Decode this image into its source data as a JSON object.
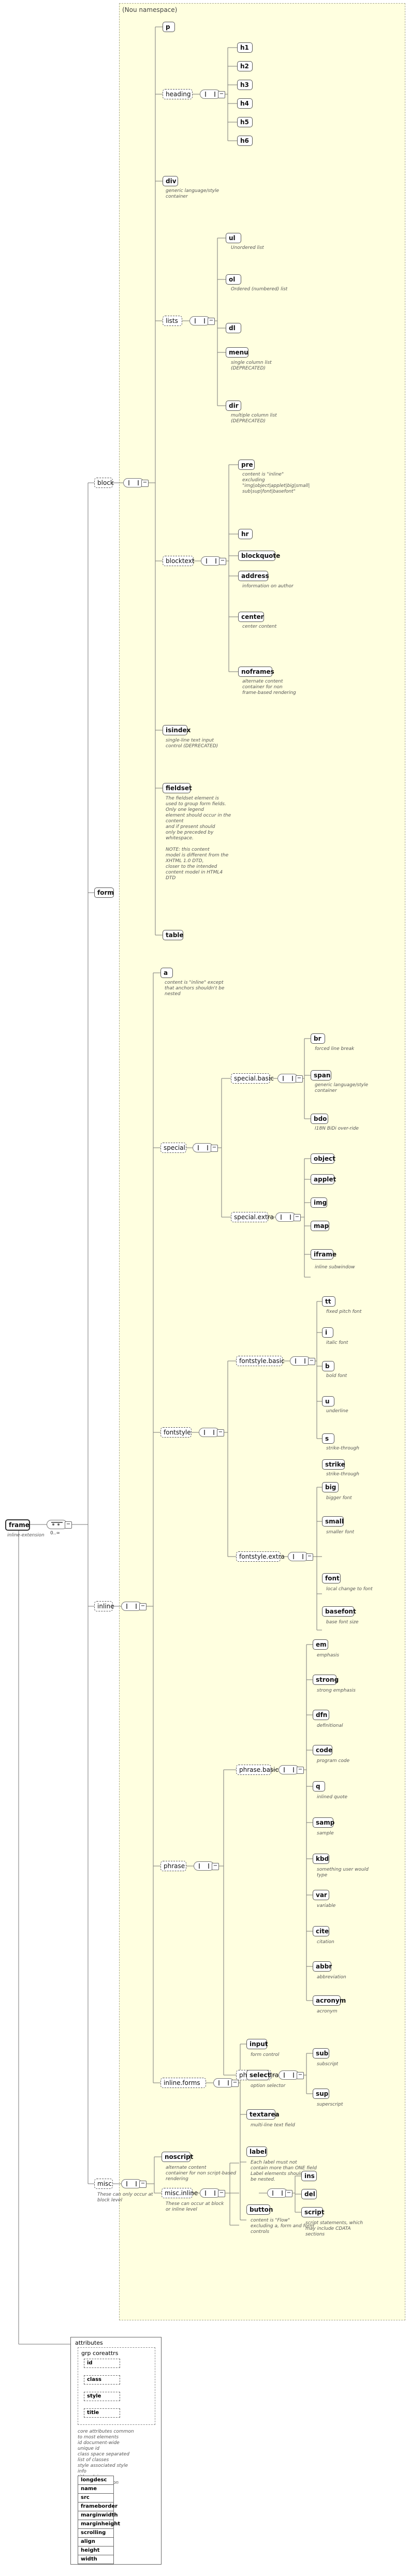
{
  "diagram": {
    "namespace_label": "(Nou namespace)",
    "root": {
      "label": "frame",
      "note": "inline-extension"
    },
    "root_mult": "0..∞",
    "choice_mult": "0..∞",
    "elements": {
      "p": "p",
      "heading": "heading",
      "h1": "h1",
      "h2": "h2",
      "h3": "h3",
      "h4": "h4",
      "h5": "h5",
      "h6": "h6",
      "div": "div",
      "lists": "lists",
      "ul": "ul",
      "ol": "ol",
      "dl": "dl",
      "menu": "menu",
      "dir": "dir",
      "blocktext": "blocktext",
      "pre": "pre",
      "hr": "hr",
      "blockquote": "blockquote",
      "address": "address",
      "center": "center",
      "noframes": "noframes",
      "isindex": "isindex",
      "fieldset": "fieldset",
      "table": "table",
      "block": "block",
      "form": "form",
      "inline": "inline",
      "misc": "misc",
      "a": "a",
      "special": "special",
      "special_basic": "special.basic",
      "br": "br",
      "span": "span",
      "bdo": "bdo",
      "special_extra": "special.extra",
      "object": "object",
      "applet": "applet",
      "img": "img",
      "map": "map",
      "iframe": "iframe",
      "fontstyle": "fontstyle",
      "fontstyle_basic": "fontstyle.basic",
      "tt": "tt",
      "i": "i",
      "b": "b",
      "big": "big",
      "small": "small",
      "fontstyle_extra": "fontstyle.extra",
      "u": "u",
      "s": "s",
      "strike": "strike",
      "font": "font",
      "basefont": "basefont",
      "phrase": "phrase",
      "phrase_basic": "phrase.basic",
      "em": "em",
      "strong": "strong",
      "dfn": "dfn",
      "code": "code",
      "q": "q",
      "samp": "samp",
      "kbd": "kbd",
      "var": "var",
      "cite": "cite",
      "abbr": "abbr",
      "acronym": "acronym",
      "phrase_extra": "phrase.extra",
      "sub": "sub",
      "sup": "sup",
      "inline_forms": "inline.forms",
      "input": "input",
      "select": "select",
      "textarea": "textarea",
      "label": "label",
      "button": "button",
      "noscript": "noscript",
      "misc_inline": "misc.inline",
      "ins": "ins",
      "del": "del",
      "script": "script"
    },
    "notes": {
      "div": "generic language/style\ncontainer",
      "ul": "Unordered list",
      "ol": "Ordered (numbered) list",
      "menu": "single column list\n(DEPRECATED)",
      "dir": "multiple column list\n(DEPRECATED)",
      "pre": "content is \"inline\"\nexcluding\n\"img|object|applet|big|small|\nsub|sup|font|basefont\"",
      "address": "information on author",
      "center": "center content",
      "noframes": "alternate content\ncontainer for non\nframe-based rendering",
      "isindex": "single-line text input\ncontrol (DEPRECATED)",
      "fieldset": "The fieldset element is\nused to group form fields.\nOnly one legend\nelement should occur in the\ncontent\nand if present should\nonly be preceded by\nwhitespace.\n\nNOTE: this content\nmodel is different from the\nXHTML 1.0 DTD,\ncloser to the intended\ncontent model in HTML4\nDTD",
      "a": "content is \"inline\" except\nthat anchors shouldn't be\nnested",
      "br": "forced line break",
      "span": "generic language/style\ncontainer",
      "bdo": "I18N BiDi over-ride",
      "iframe": "inline subwindow",
      "tt": "fixed pitch font",
      "i": "italic font",
      "b": "bold font",
      "u": "underline",
      "s": "strike-through",
      "strike": "strike-through",
      "big": "bigger font",
      "small": "smaller font",
      "font": "local change to font",
      "basefont": "base font size",
      "em": "emphasis",
      "strong": "strong emphasis",
      "dfn": "definitional",
      "code": "program code",
      "q": "inlined quote",
      "samp": "sample",
      "kbd": "something user would\ntype",
      "var": "variable",
      "cite": "citation",
      "abbr": "abbreviation",
      "acronym": "acronym",
      "sub": "subscript",
      "sup": "superscript",
      "input": "form control",
      "select": "option selector",
      "textarea": "multi-line text field",
      "label": "Each label must not\ncontain more than ONE field\nLabel elements shouldn't\nbe nested.",
      "button": "content is \"Flow\"\nexcluding a, form and form\ncontrols",
      "noscript": "alternate content\ncontainer for non script-based\nrendering",
      "misc": "These can only occur at\nblock level",
      "misc_inline": "These can occur at block\nor inline level",
      "script": "script statements, which\nmay include CDATA\nsections"
    },
    "attributes": {
      "header": "attributes",
      "group": "grp coreattrs",
      "group_items": [
        "id",
        "class",
        "style",
        "title"
      ],
      "group_note1": "core attributes common\nto most elements\nid     document-wide\nunique id\nclass  space separated\nlist of classes\nstyle  associated style\ninfo\ntitle  advisory\ntitle/amplification",
      "items": [
        "longdesc",
        "name",
        "src",
        "frameborder",
        "marginwidth",
        "marginheight",
        "scrolling",
        "align",
        "height",
        "width"
      ]
    }
  }
}
